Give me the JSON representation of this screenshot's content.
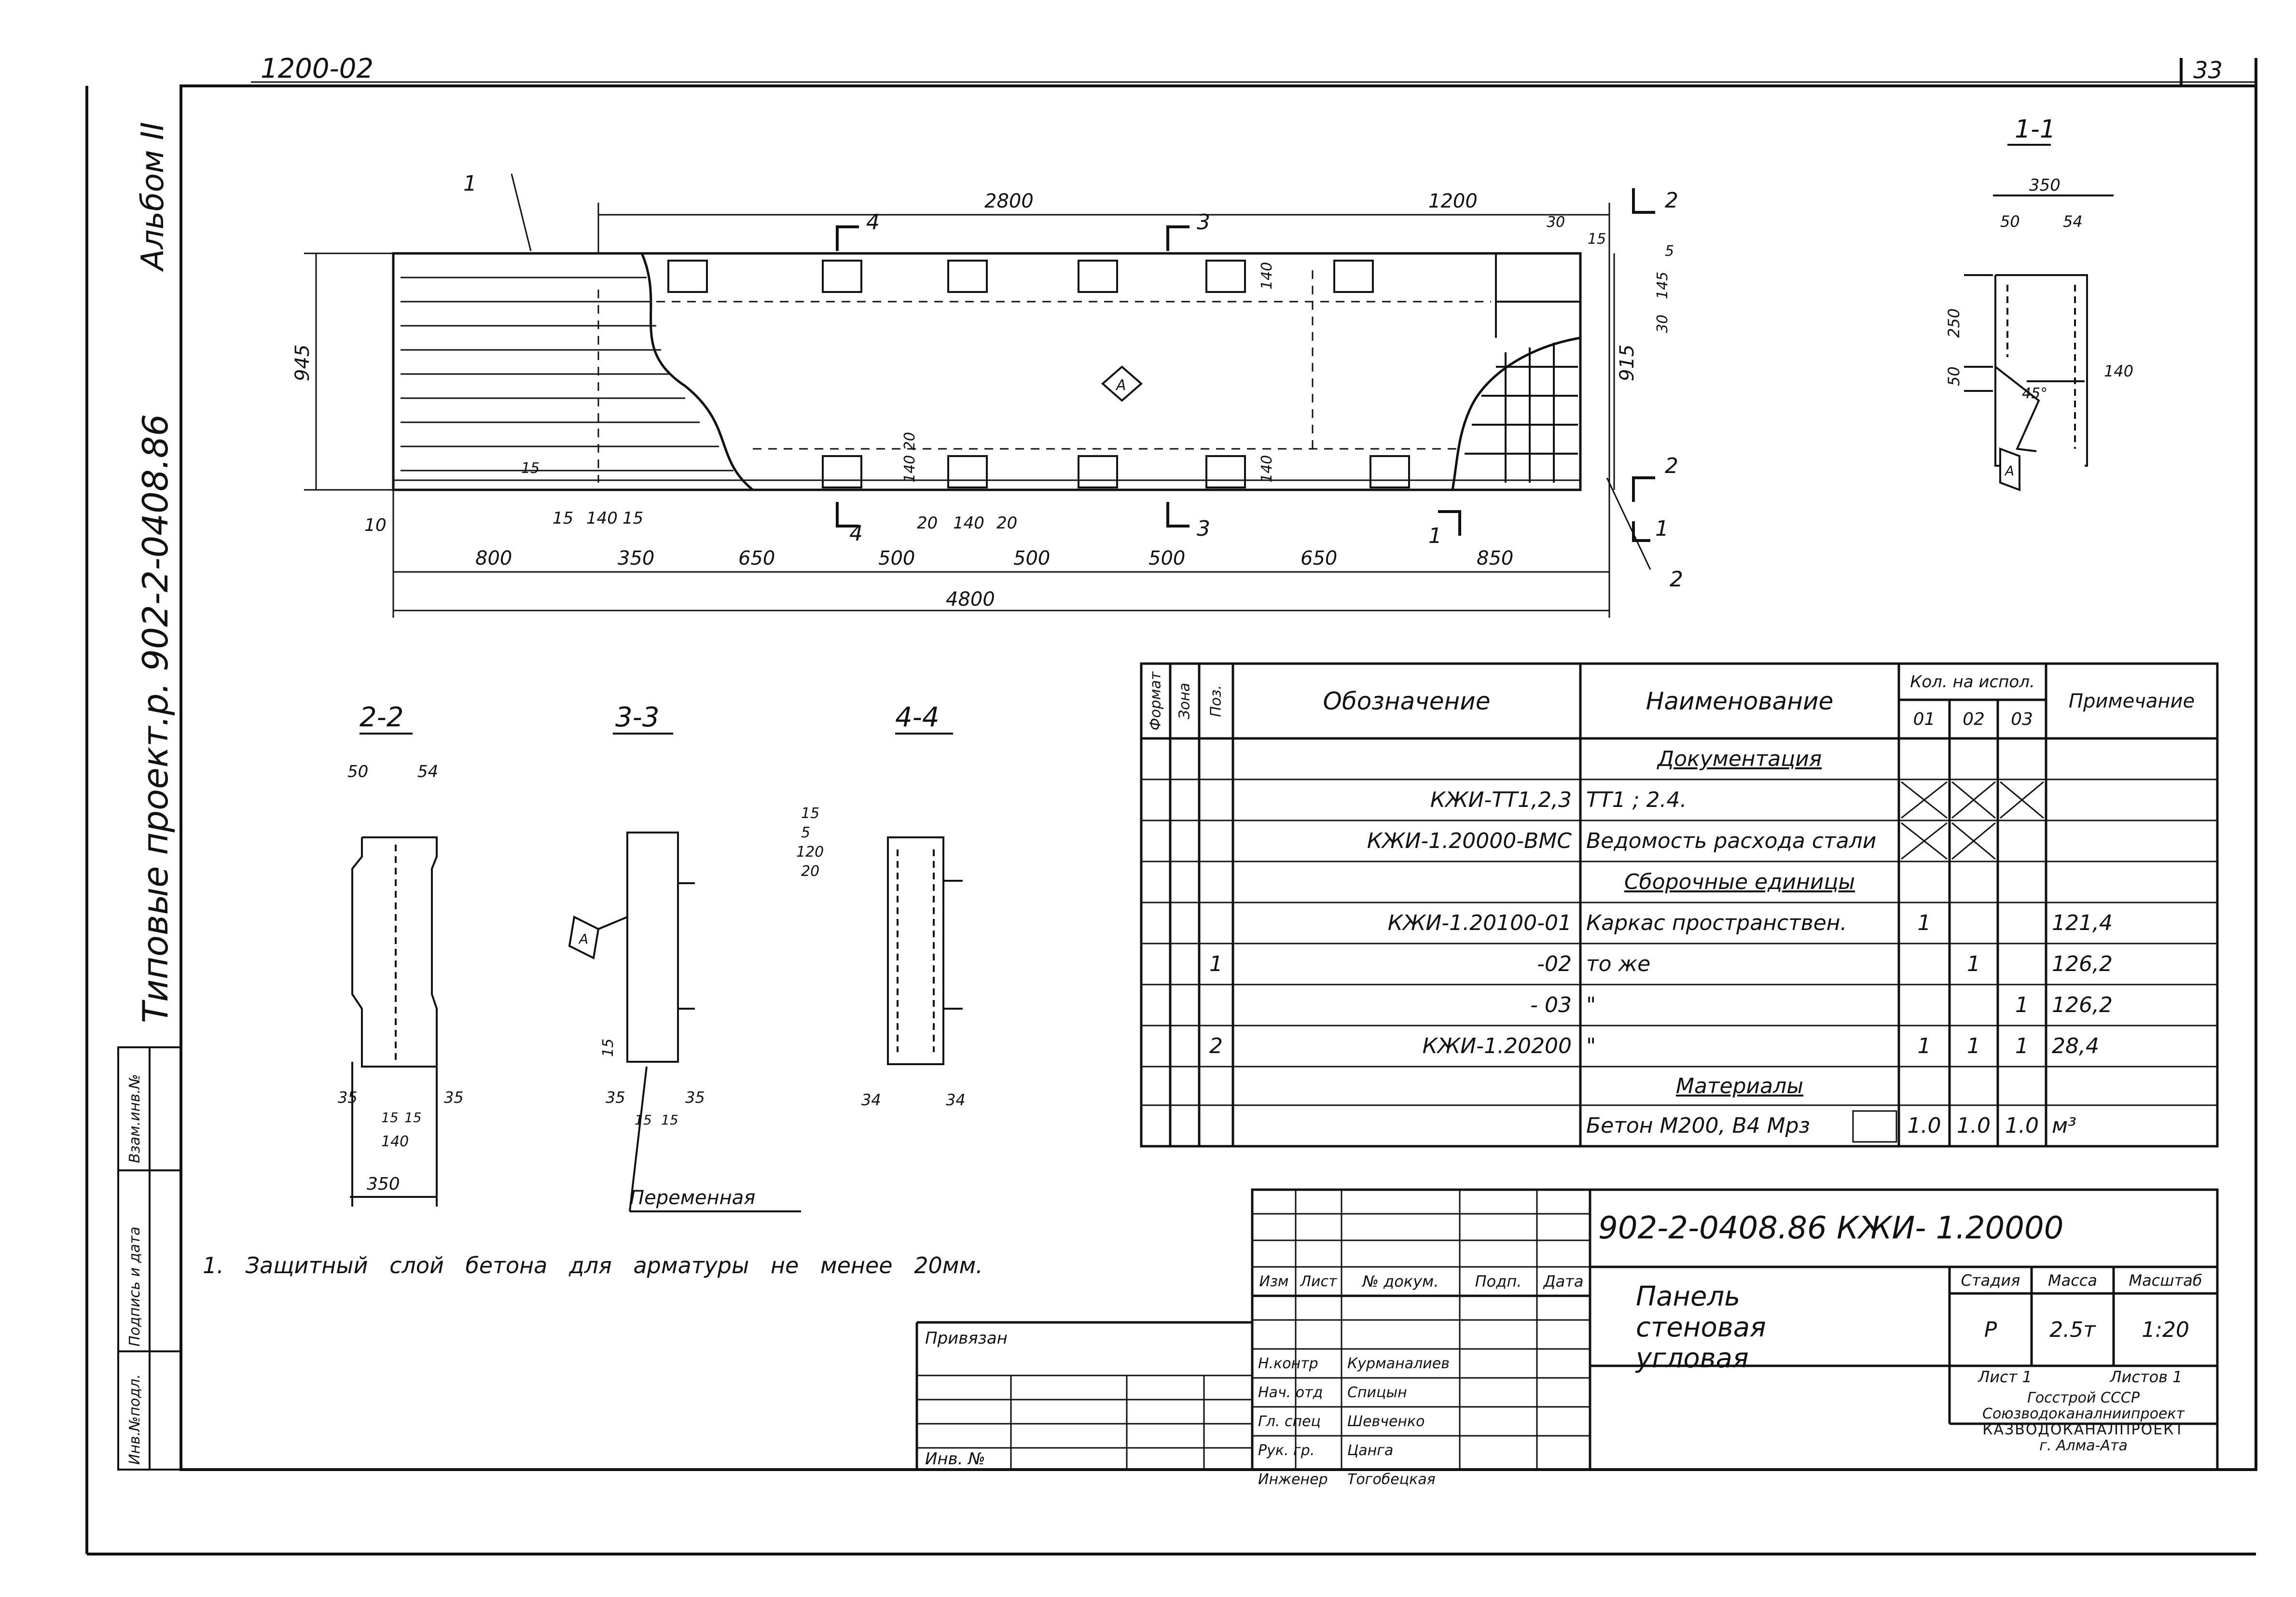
{
  "sheet": {
    "series_code": "1200-02",
    "sheet_number": "33",
    "album": "Альбом",
    "album_numeral": "II",
    "project": "Типовые проект.р. 902-2-0408.86"
  },
  "side_stamp": {
    "inv_podl": "Инв.№подл.",
    "podpis_data": "Подпись и дата",
    "vzam_inv": "Взам.инв.№"
  },
  "drawing": {
    "section_1_1": "1-1",
    "section_2_2": "2-2",
    "section_3_3": "3-3",
    "section_4_4": "4-4",
    "variable_label": "Переменная",
    "mark_A": "А",
    "dims_main": {
      "d2800": "2800",
      "d1200": "1200",
      "d945": "945",
      "d915": "915",
      "d10": "10",
      "d800": "800",
      "d350": "350",
      "d650a": "650",
      "d500a": "500",
      "d500b": "500",
      "d500c": "500",
      "d650b": "650",
      "d850": "850",
      "d4800": "4800",
      "d15a": "15",
      "d140a": "140",
      "d15b": "15",
      "d20a": "20",
      "d140b": "140",
      "d20b": "20",
      "d140c": "140",
      "d140d": "140",
      "d14020": "140 20",
      "d15c": "15",
      "d30a": "30",
      "d15d": "15",
      "d5": "5",
      "d145": "145",
      "d30b": "30"
    },
    "dims_11": {
      "d350": "350",
      "d50": "50",
      "d54": "54",
      "d250": "250",
      "d50b": "50",
      "d140": "140",
      "d45": "45°"
    },
    "dims_22": {
      "d50": "50",
      "d54": "54",
      "d35a": "35",
      "d35b": "35",
      "d15a": "15",
      "d15b": "15",
      "d140": "140",
      "d350": "350"
    },
    "dims_33": {
      "d15": "15",
      "d35a": "35",
      "d35b": "35",
      "d15a": "15",
      "d15b": "15"
    },
    "dims_44": {
      "d15": "15",
      "d5": "5",
      "d120": "120",
      "d20": "20",
      "d34a": "34",
      "d34b": "34"
    },
    "positions": {
      "p1": "1",
      "p2a": "2",
      "p2b": "2",
      "p3a": "3",
      "p3b": "3",
      "p4a": "4",
      "p4b": "4",
      "p1b": "1",
      "p1c": "1",
      "p2c": "2"
    }
  },
  "note": "1. Защитный слой бетона для арматуры не менее 20мм.",
  "spec_table": {
    "headers": {
      "format": "Формат",
      "zone": "Зона",
      "pos": "Поз.",
      "designation": "Обозначение",
      "name": "Наименование",
      "qty": "Кол. на испол.",
      "q01": "01",
      "q02": "02",
      "q03": "03",
      "note": "Примечание"
    },
    "rows": [
      {
        "pos": "",
        "designation": "",
        "name": "Документация",
        "q01": "",
        "q02": "",
        "q03": "",
        "note": "",
        "section": true
      },
      {
        "pos": "",
        "designation": "КЖИ-ТТ1,2,3",
        "name": "ТТ1 ; 2.4.",
        "q01": "x",
        "q02": "x",
        "q03": "x",
        "note": ""
      },
      {
        "pos": "",
        "designation": "КЖИ-1.20000-ВМС",
        "name": "Ведомость расхода стали",
        "q01": "x",
        "q02": "x",
        "q03": "",
        "note": ""
      },
      {
        "pos": "",
        "designation": "",
        "name": "Сборочные единицы",
        "q01": "",
        "q02": "",
        "q03": "",
        "note": "",
        "section": true
      },
      {
        "pos": "",
        "designation": "КЖИ-1.20100-01",
        "name": "Каркас пространствен.",
        "q01": "1",
        "q02": "",
        "q03": "",
        "note": "121,4"
      },
      {
        "pos": "1",
        "designation": "-02",
        "name": "то же",
        "q01": "",
        "q02": "1",
        "q03": "",
        "note": "126,2"
      },
      {
        "pos": "",
        "designation": "- 03",
        "name": "\"",
        "q01": "",
        "q02": "",
        "q03": "1",
        "note": "126,2"
      },
      {
        "pos": "2",
        "designation": "КЖИ-1.20200",
        "name": "\"",
        "q01": "1",
        "q02": "1",
        "q03": "1",
        "note": "28,4"
      },
      {
        "pos": "",
        "designation": "",
        "name": "Материалы",
        "q01": "",
        "q02": "",
        "q03": "",
        "note": "",
        "section": true
      },
      {
        "pos": "",
        "designation": "",
        "name": "Бетон М200, В4 Мрз",
        "q01": "1.0",
        "q02": "1.0",
        "q03": "1.0",
        "note": "м³"
      }
    ]
  },
  "title_block": {
    "doc_code": "902-2-0408.86 КЖИ- 1.20000",
    "title_line1": "Панель",
    "title_line2": "стеновая",
    "title_line3": "угловая",
    "cols": {
      "izm": "Изм",
      "list": "Лист",
      "doc": "№ докум.",
      "podp": "Подп.",
      "data": "Дата"
    },
    "stage_h": "Стадия",
    "mass_h": "Масса",
    "scale_h": "Масштаб",
    "stage": "Р",
    "mass": "2.5т",
    "scale": "1:20",
    "sheet": "Лист 1",
    "sheets": "Листов 1",
    "org1": "Госстрой СССР",
    "org2": "Союзводоканалниипроект",
    "org3": "КАЗВОДОКАНАЛПРОЕКТ",
    "org4": "г. Алма-Ата",
    "signers": [
      {
        "role": "Н.контр",
        "name": "Курманалиев"
      },
      {
        "role": "Нач. отд",
        "name": "Спицын"
      },
      {
        "role": "Гл. спец",
        "name": "Шевченко"
      },
      {
        "role": "Рук. гр.",
        "name": "Цанга"
      },
      {
        "role": "Инженер",
        "name": "Тогобецкая"
      }
    ],
    "privyazan": "Привязан",
    "inv_no": "Инв. №"
  }
}
